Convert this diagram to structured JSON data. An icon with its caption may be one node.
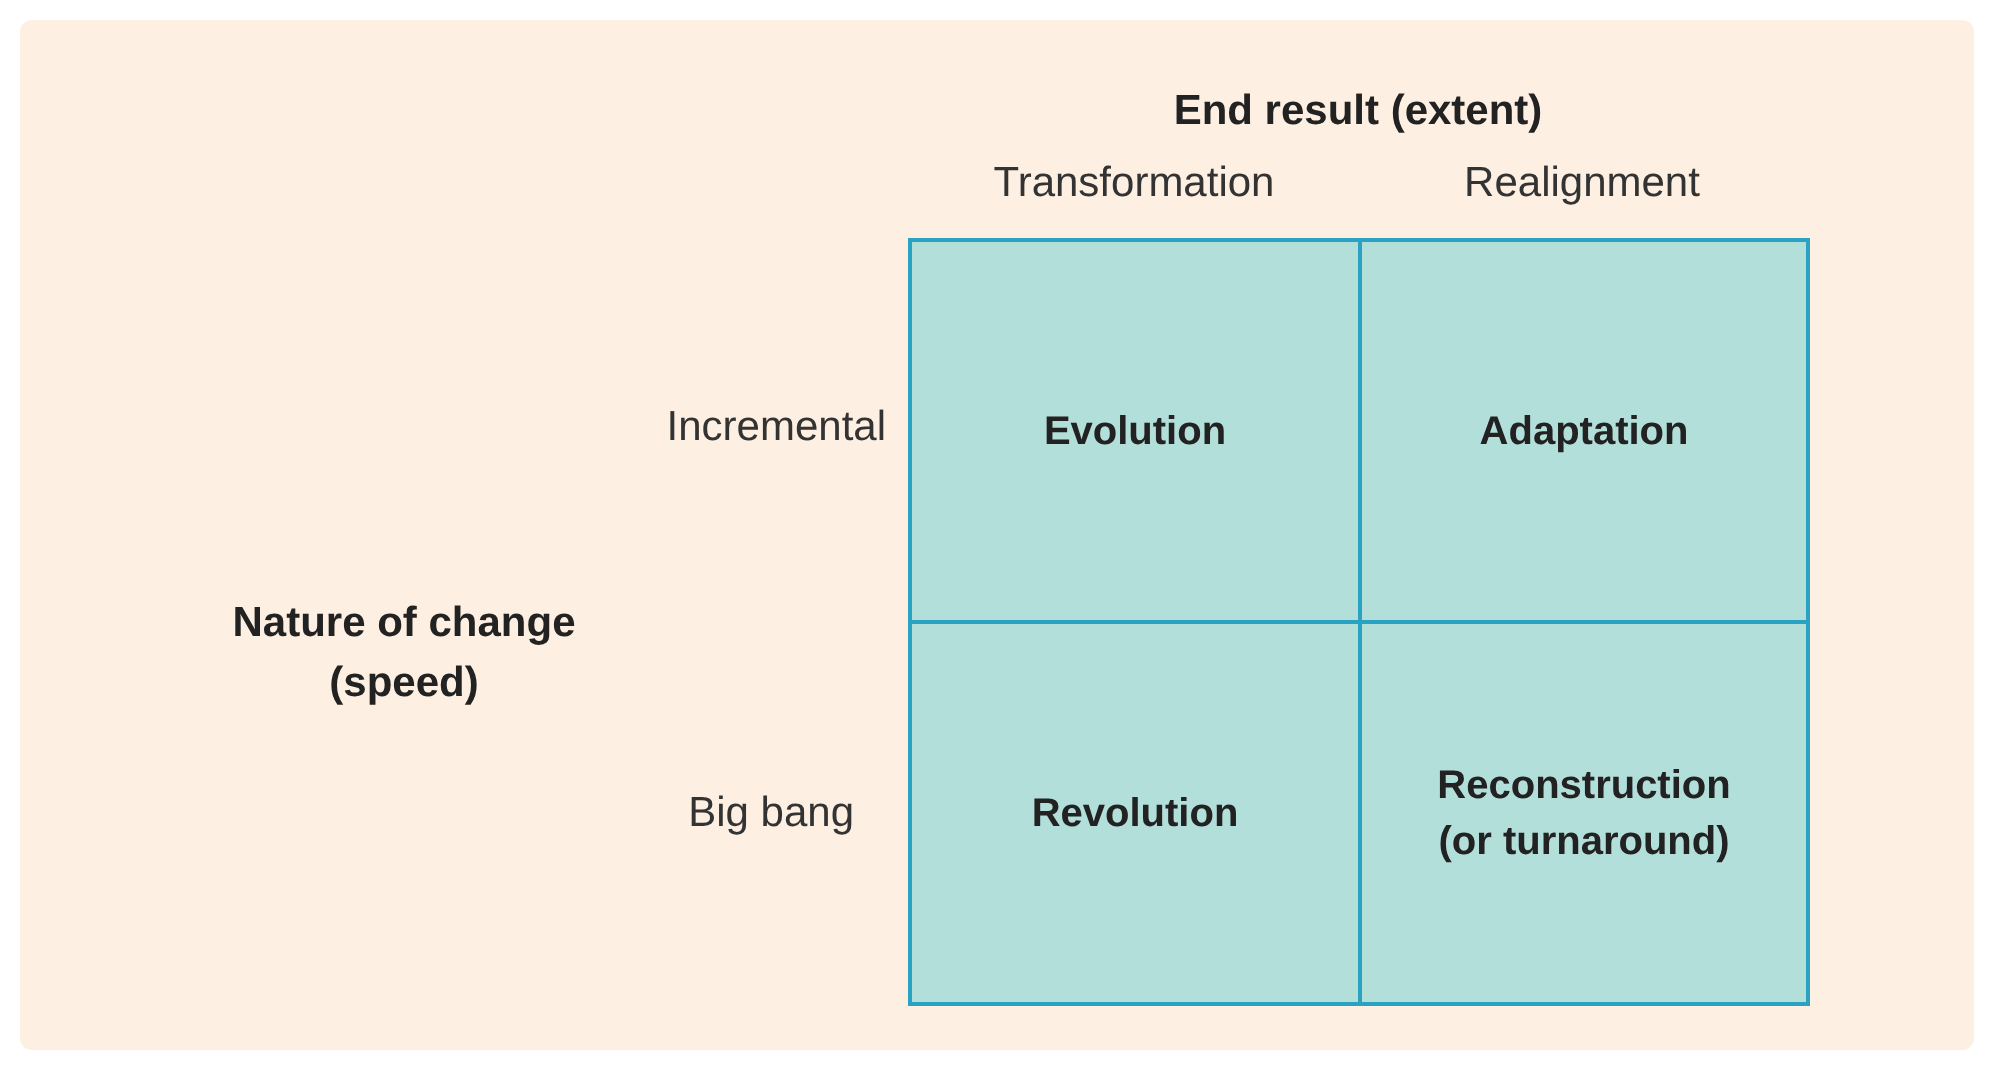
{
  "diagram": {
    "nodes": [
      {
        "text": [
          "Evolution"
        ]
      },
      {
        "text": [
          "Adaptation"
        ]
      },
      {
        "text": [
          "Revolution"
        ]
      },
      {
        "text": [
          "Reconstruction (or turnaround)"
        ]
      }
    ],
    "labels": [
      "End result (extent)",
      "Transformation",
      "Realignment",
      "Incremental",
      "Nature of change (speed)",
      "Big bang"
    ]
  }
}
